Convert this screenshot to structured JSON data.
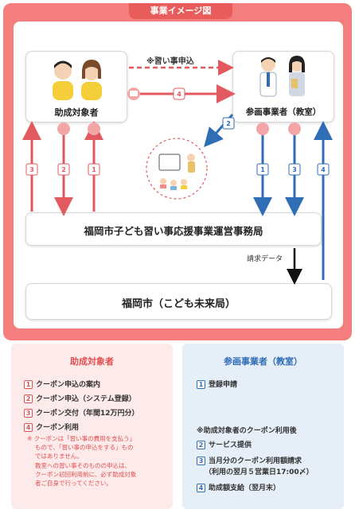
{
  "diagram": {
    "title": "事業イメージ図",
    "beneficiary": "助成対象者",
    "operator": "参画事業者（教室）",
    "office": "福岡市子ども習い事応援事業運営事務局",
    "city": "福岡市（こども未来局）",
    "application_label": "※習い事申込",
    "request_data_label": "請求データ",
    "badges": {
      "n1": "1",
      "n2": "2",
      "n3": "3",
      "n4": "4"
    }
  },
  "left_panel": {
    "title": "助成対象者",
    "items": [
      {
        "num": "1",
        "text": "クーポン申込の案内"
      },
      {
        "num": "2",
        "text": "クーポン申込（システム登録）"
      },
      {
        "num": "3",
        "text": "クーポン交付（年間12万円分）"
      },
      {
        "num": "4",
        "text": "クーポン利用"
      }
    ],
    "note_lines": [
      "※ クーポンは「習い事の費用を支払う」",
      "もので、「習い事の申込をする」もの",
      "ではありません。",
      "教室への習い事そのものの申込は、",
      "クーポン初回利用前に、必ず助成対象",
      "者ご自身で行ってください。"
    ]
  },
  "right_panel": {
    "title": "参画事業者（教室）",
    "item1": {
      "num": "1",
      "text": "登録申請"
    },
    "subhead": "※助成対象者のクーポン利用後",
    "item2": {
      "num": "2",
      "text": "サービス提供"
    },
    "item3": {
      "num": "3",
      "text": "当月分のクーポン利用額請求"
    },
    "item3_sub": "（利用の翌月５営業日17:00〆）",
    "item4": {
      "num": "4",
      "text": "助成額支給（翌月末）"
    }
  },
  "colors": {
    "frame": "#f47d7d",
    "red_arrow": "#e05a5f",
    "blue_arrow": "#2f6db5",
    "black_arrow": "#111111"
  }
}
